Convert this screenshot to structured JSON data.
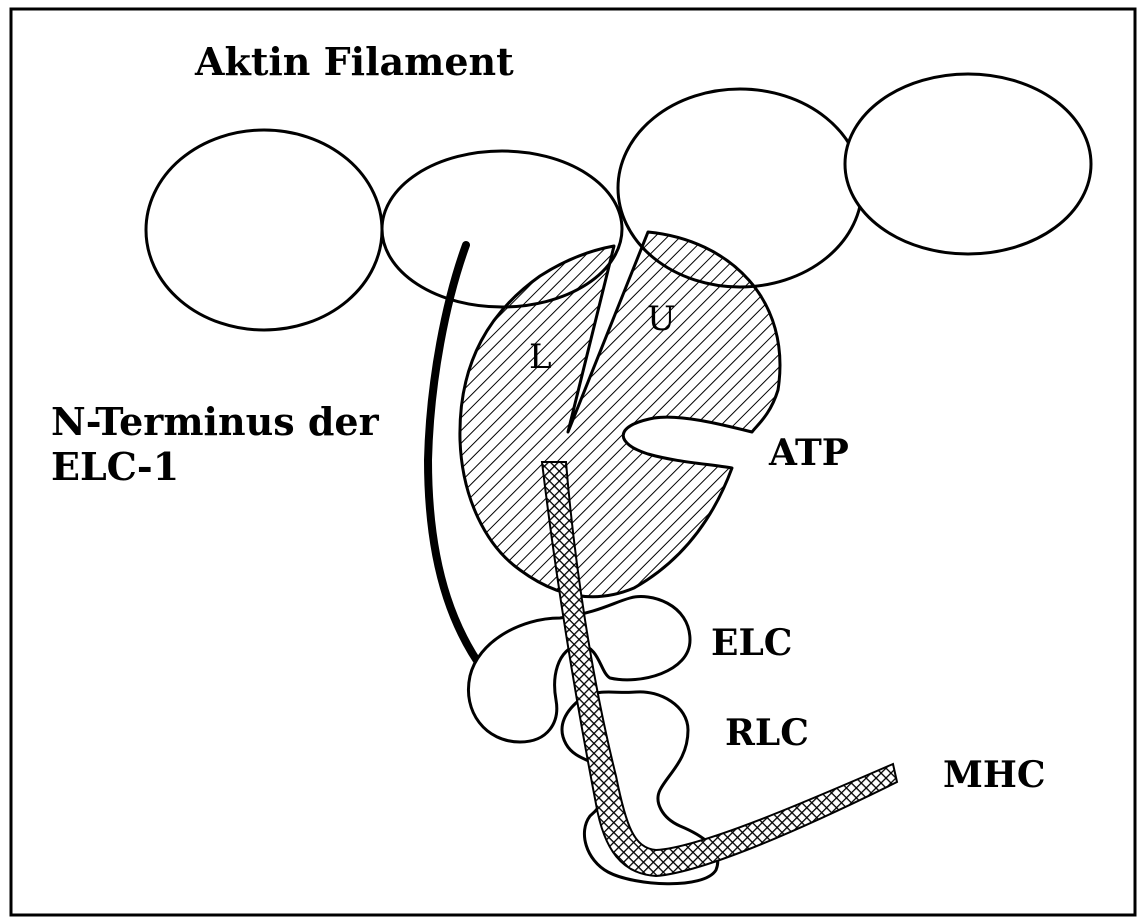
{
  "diagram": {
    "labels": {
      "actin": "Aktin Filament",
      "n_terminus_line1": "N-Terminus der",
      "n_terminus_line2": "ELC-1",
      "upper_domain": "U",
      "lower_domain": "L",
      "atp": "ATP",
      "elc": "ELC",
      "rlc": "RLC",
      "mhc": "MHC"
    },
    "colors": {
      "stroke": "#000000",
      "background": "#ffffff"
    }
  }
}
